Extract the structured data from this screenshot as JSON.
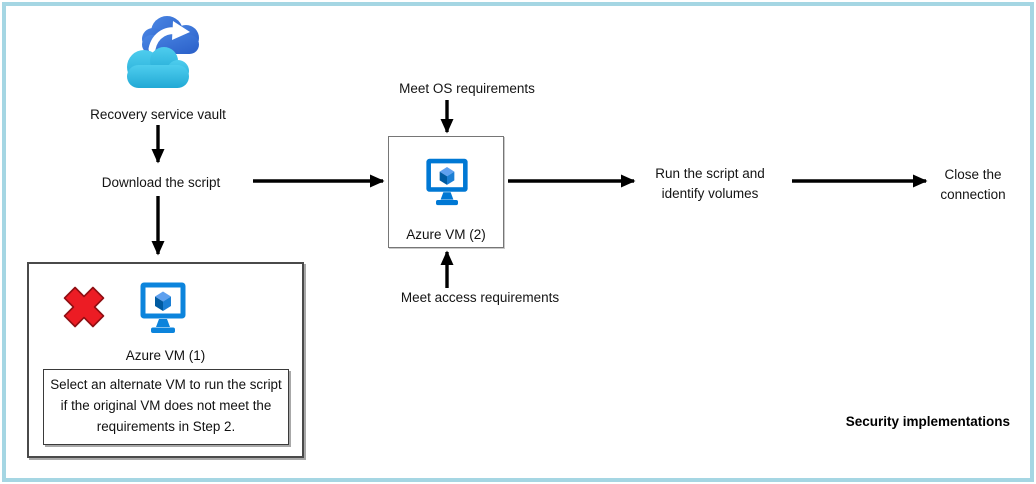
{
  "caption": "Security implementations",
  "nodes": {
    "vault": "Recovery service vault",
    "download": "Download the script",
    "meet_os": "Meet OS requirements",
    "meet_access": "Meet access requirements",
    "vm2": "Azure VM (2)",
    "run_script": "Run the script and identify volumes",
    "close_connection": "Close the connection",
    "vm1": "Azure VM (1)",
    "vm1_note": "Select an alternate VM to run the script if the original VM does not meet the requirements in Step 2."
  },
  "icons": {
    "vault": "recovery-vault-icon",
    "vm": "azure-vm-icon",
    "error": "error-x-icon"
  },
  "colors": {
    "frame_border": "#a5d6e3",
    "azure_blue": "#0078d4",
    "cube_top": "#5ea0ef",
    "cube_left": "#005ba1",
    "cube_right": "#1b7fd4",
    "cloud_back_1": "#3f7fe0",
    "cloud_back_2": "#2a5fc8",
    "cloud_front_1": "#4ecdee",
    "cloud_front_2": "#21a9d5",
    "error_red": "#ec1c24",
    "arrow": "#000000",
    "box_border_gray": "#767676",
    "box_border_dark": "#4a4a4a"
  }
}
